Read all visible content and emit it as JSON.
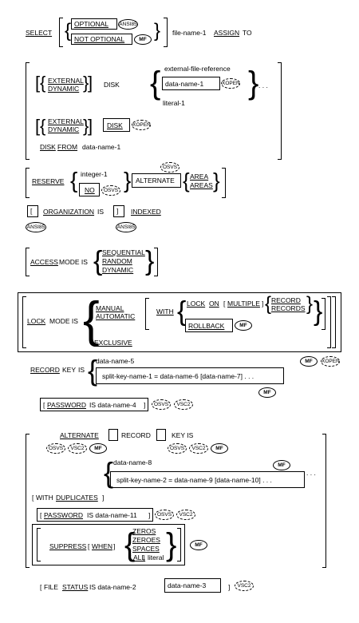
{
  "select": {
    "kw": "SELECT",
    "optional": "OPTIONAL",
    "not_optional": "NOT OPTIONAL",
    "ansi85": "ANSI85",
    "mf": "MF",
    "file_name": "file-name-1",
    "assign": "ASSIGN",
    "to": "TO"
  },
  "disk1": {
    "external": "EXTERNAL",
    "dynamic": "DYNAMIC",
    "disk": "DISK",
    "ext_ref": "external-file-reference",
    "data_name": "data-name-1",
    "xopen": "XOPEN",
    "literal": "literal-1",
    "ellipsis": ". . ."
  },
  "disk2": {
    "external": "EXTERNAL",
    "dynamic": "DYNAMIC",
    "disk": "DISK",
    "xopen": "XOPEN"
  },
  "disk3": {
    "disk": "DISK",
    "from": "FROM",
    "data_name": "data-name-1"
  },
  "reserve": {
    "kw": "RESERVE",
    "integer": "integer-1",
    "no": "NO",
    "osvs": "OSVS",
    "alternate": "ALTERNATE",
    "area": "AREA",
    "areas": "AREAS"
  },
  "org": {
    "kw": "ORGANIZATION",
    "is": "IS",
    "indexed": "INDEXED",
    "ansi85": "ANSI85"
  },
  "access": {
    "kw": "ACCESS",
    "mode_is": "MODE IS",
    "sequential": "SEQUENTIAL",
    "random": "RANDOM",
    "dynamic": "DYNAMIC"
  },
  "lock": {
    "kw": "LOCK",
    "mode_is": "MODE IS",
    "manual": "MANUAL",
    "automatic": "AUTOMATIC",
    "with": "WITH",
    "lock": "LOCK",
    "on": "ON",
    "multiple": "MULTIPLE",
    "record": "RECORD",
    "records": "RECORDS",
    "rollback": "ROLLBACK",
    "mf": "MF",
    "exclusive": "EXCLUSIVE"
  },
  "recordkey": {
    "record": "RECORD",
    "key": "KEY",
    "is": "IS",
    "data_name_5": "data-name-5",
    "split": "split-key-name-1 = data-name-6 [data-name-7] . . .",
    "mf": "MF",
    "xopen": "XOPEN"
  },
  "password1": {
    "kw": "PASSWORD",
    "rest": "IS data-name-4",
    "osvs": "OSVS",
    "vsc2": "VSC2"
  },
  "altkey": {
    "alternate": "ALTERNATE",
    "record": "RECORD",
    "key_is": "KEY IS",
    "osvs": "OSVS",
    "vsc2": "VSC2",
    "mf": "MF",
    "data_name_8": "data-name-8",
    "split": "split-key-name-2 = data-name-9 [data-name-10] . . .",
    "ellipsis": ". . .",
    "with": "WITH",
    "duplicates": "DUPLICATES"
  },
  "password2": {
    "kw": "PASSWORD",
    "rest": "IS data-name-11",
    "osvs": "OSVS",
    "vsc2": "VSC2"
  },
  "suppress": {
    "kw": "SUPPRESS",
    "when": "WHEN",
    "zeros": "ZEROS",
    "zeroes": "ZEROES",
    "spaces": "SPACES",
    "all": "ALL",
    "literal": "literal",
    "mf": "MF"
  },
  "filestatus": {
    "file": "FILE",
    "status": "STATUS",
    "rest": "IS data-name-2",
    "data_name_3": "data-name-3",
    "vsc2": "VSC2"
  }
}
